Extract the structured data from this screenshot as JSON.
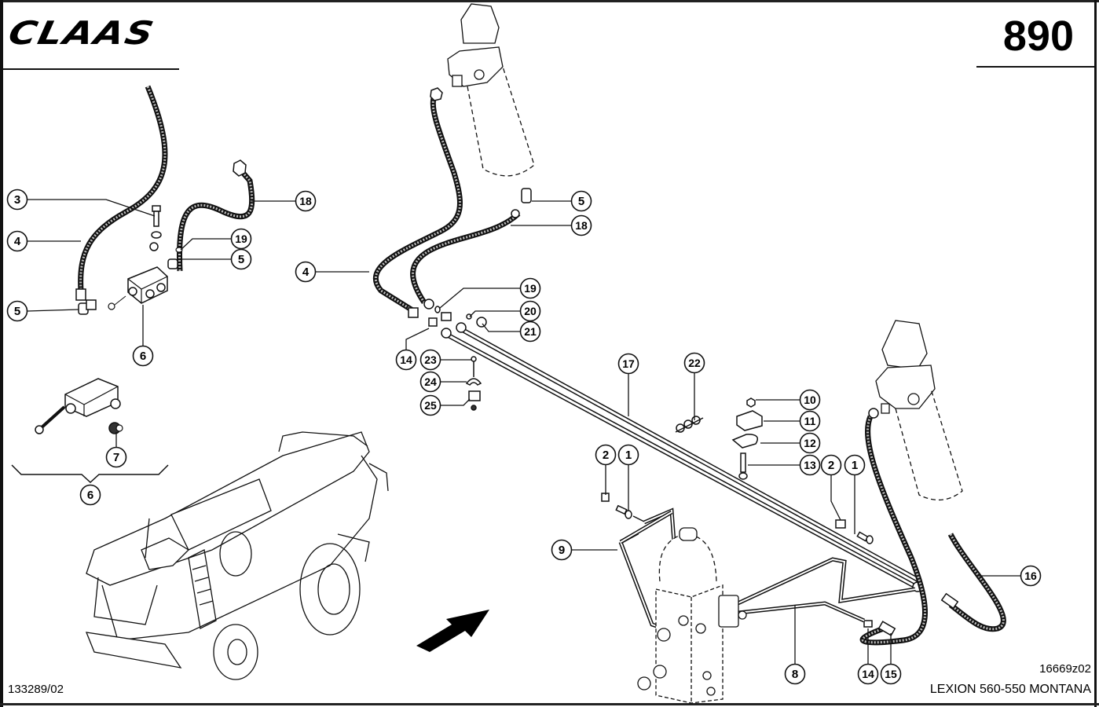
{
  "header": {
    "brand": "CLAAS",
    "page_number": "890"
  },
  "footer": {
    "drawing_number": "133289/02",
    "illustration_ref": "16669z02",
    "model": "LEXION 560-550 MONTANA"
  },
  "callouts": [
    {
      "id": "c-3",
      "label": "3"
    },
    {
      "id": "c-4a",
      "label": "4"
    },
    {
      "id": "c-5a",
      "label": "5"
    },
    {
      "id": "c-6a",
      "label": "6"
    },
    {
      "id": "c-18a",
      "label": "18"
    },
    {
      "id": "c-19a",
      "label": "19"
    },
    {
      "id": "c-5b",
      "label": "5"
    },
    {
      "id": "c-7",
      "label": "7"
    },
    {
      "id": "c-6b",
      "label": "6"
    },
    {
      "id": "c-5c",
      "label": "5"
    },
    {
      "id": "c-18b",
      "label": "18"
    },
    {
      "id": "c-4b",
      "label": "4"
    },
    {
      "id": "c-19b",
      "label": "19"
    },
    {
      "id": "c-20",
      "label": "20"
    },
    {
      "id": "c-21",
      "label": "21"
    },
    {
      "id": "c-14a",
      "label": "14"
    },
    {
      "id": "c-23",
      "label": "23"
    },
    {
      "id": "c-24",
      "label": "24"
    },
    {
      "id": "c-25",
      "label": "25"
    },
    {
      "id": "c-17",
      "label": "17"
    },
    {
      "id": "c-22",
      "label": "22"
    },
    {
      "id": "c-10",
      "label": "10"
    },
    {
      "id": "c-11",
      "label": "11"
    },
    {
      "id": "c-12",
      "label": "12"
    },
    {
      "id": "c-13",
      "label": "13"
    },
    {
      "id": "c-2a",
      "label": "2"
    },
    {
      "id": "c-1a",
      "label": "1"
    },
    {
      "id": "c-2b",
      "label": "2"
    },
    {
      "id": "c-1b",
      "label": "1"
    },
    {
      "id": "c-9",
      "label": "9"
    },
    {
      "id": "c-16",
      "label": "16"
    },
    {
      "id": "c-8",
      "label": "8"
    },
    {
      "id": "c-14b",
      "label": "14"
    },
    {
      "id": "c-15",
      "label": "15"
    }
  ]
}
